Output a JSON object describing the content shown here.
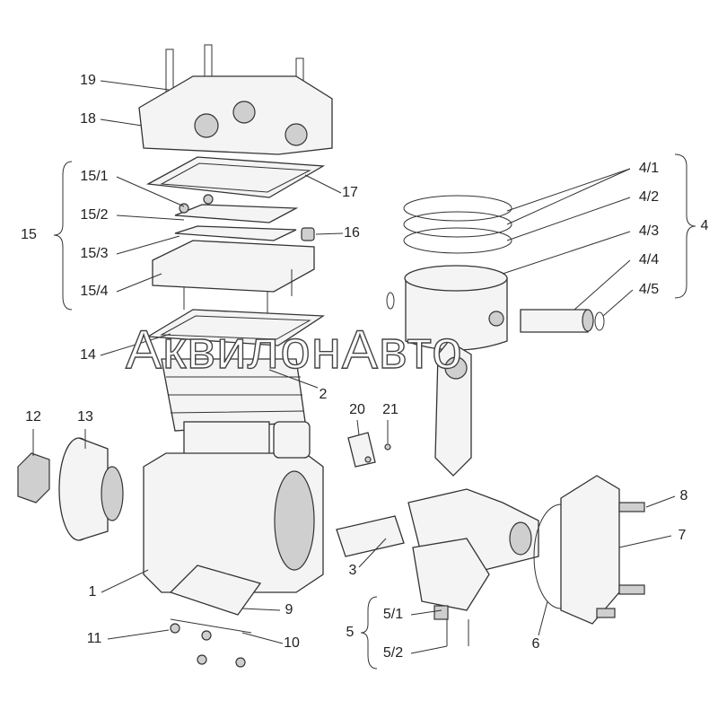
{
  "watermark": "АквилонАвто",
  "labels": {
    "p19": "19",
    "p18": "18",
    "p15_1": "15/1",
    "p15_2": "15/2",
    "p15": "15",
    "p15_3": "15/3",
    "p15_4": "15/4",
    "p17": "17",
    "p16": "16",
    "p14": "14",
    "p2": "2",
    "p20": "20",
    "p21": "21",
    "p12": "12",
    "p13": "13",
    "p1": "1",
    "p9": "9",
    "p11": "11",
    "p10": "10",
    "p3": "3",
    "p5_1": "5/1",
    "p5": "5",
    "p5_2": "5/2",
    "p6": "6",
    "p7": "7",
    "p8": "8",
    "p4_1": "4/1",
    "p4_2": "4/2",
    "p4_3": "4/3",
    "p4": "4",
    "p4_4": "4/4",
    "p4_5": "4/5"
  }
}
